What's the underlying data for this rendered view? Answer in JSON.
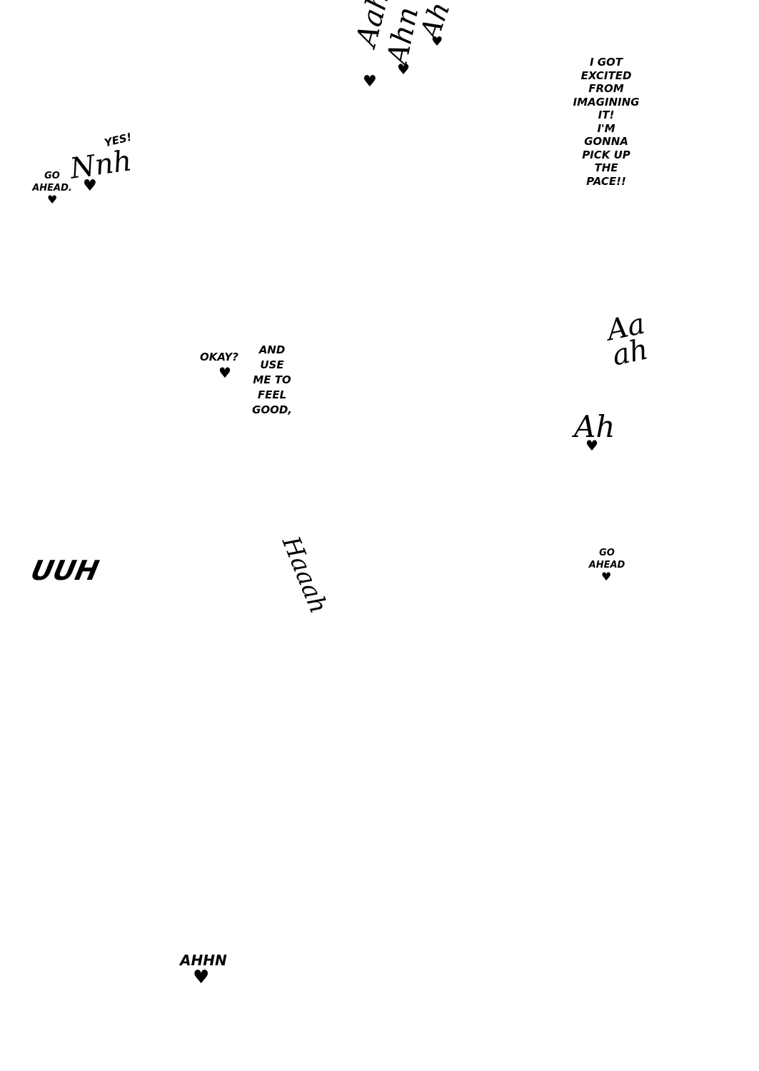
{
  "sfx": {
    "aah": "Aah",
    "ahn": "Ahn",
    "ah_top": "Ah",
    "excited": "I GOT\nEXCITED\nFROM\nIMAGINING\nIT!\nI'M\nGONNA\nPICK UP\nTHE\nPACE!!",
    "go_ahead_1": "GO\nAHEAD.",
    "nnh": "Nnh",
    "yes": "YES!",
    "okay": "OKAY?",
    "use_me": "AND\nUSE\nME TO\nFEEL\nGOOD,",
    "aaah": "Aa\nah",
    "ah_mid": "Ah",
    "uuh": "UUH",
    "haaah": "Haaah",
    "go_ahead_2": "GO\nAHEAD",
    "ahhn": "AHHN"
  },
  "heart_glyph": "♥",
  "colors": {
    "ink": "#000000",
    "paper": "#ffffff"
  }
}
